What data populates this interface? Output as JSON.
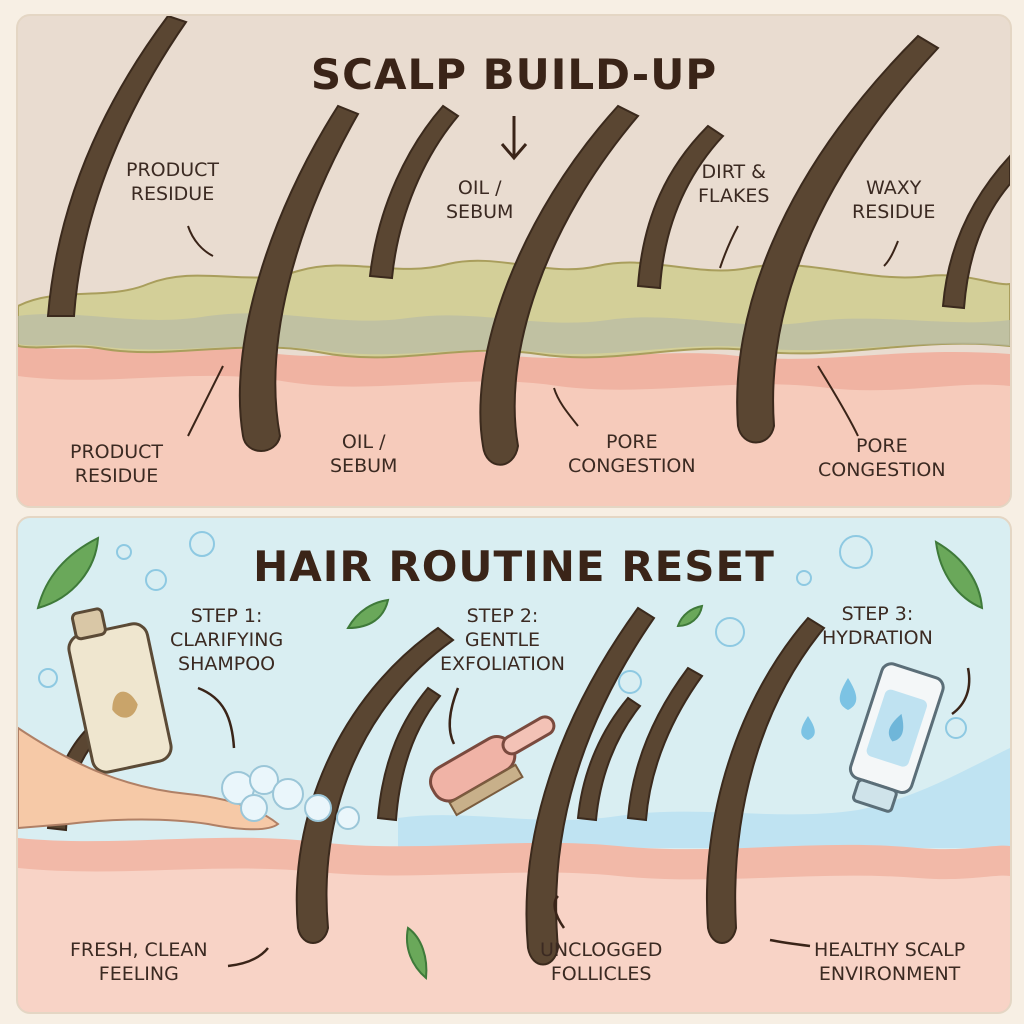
{
  "scalp_buildup": {
    "title": "SCALP BUILD-UP",
    "labels": {
      "product_residue_top": [
        "PRODUCT",
        "RESIDUE"
      ],
      "oil_sebum_top": [
        "OIL /",
        "SEBUM"
      ],
      "dirt_flakes": [
        "DIRT &",
        "FLAKES"
      ],
      "waxy_residue": [
        "WAXY",
        "RESIDUE"
      ],
      "product_residue_bottom": [
        "PRODUCT",
        "RESIDUE"
      ],
      "oil_sebum_bottom": [
        "OIL /",
        "SEBUM"
      ],
      "pore_congestion_left": [
        "PORE",
        "CONGESTION"
      ],
      "pore_congestion_right": [
        "PORE",
        "CONGESTION"
      ]
    }
  },
  "routine_reset": {
    "title": "HAIR ROUTINE RESET",
    "steps": [
      {
        "line1": "STEP 1:",
        "line2": "CLARIFYING",
        "line3": "SHAMPOO"
      },
      {
        "line1": "STEP 2:",
        "line2": "GENTLE",
        "line3": "EXFOLIATION"
      },
      {
        "line1": "STEP 3:",
        "line2": "HYDRATION"
      }
    ],
    "outcomes": {
      "fresh_clean": [
        "FRESH, CLEAN",
        "FEELING"
      ],
      "unclogged": [
        "UNCLOGGED",
        "FOLLICLES"
      ],
      "healthy_scalp": [
        "HEALTHY SCALP",
        "ENVIRONMENT"
      ]
    }
  },
  "colors": {
    "hair": "#5a4632",
    "skin": "#f2b9a8",
    "buildup": "#d9d29a",
    "water": "#a9d9ee",
    "leaf": "#6aa85a"
  }
}
